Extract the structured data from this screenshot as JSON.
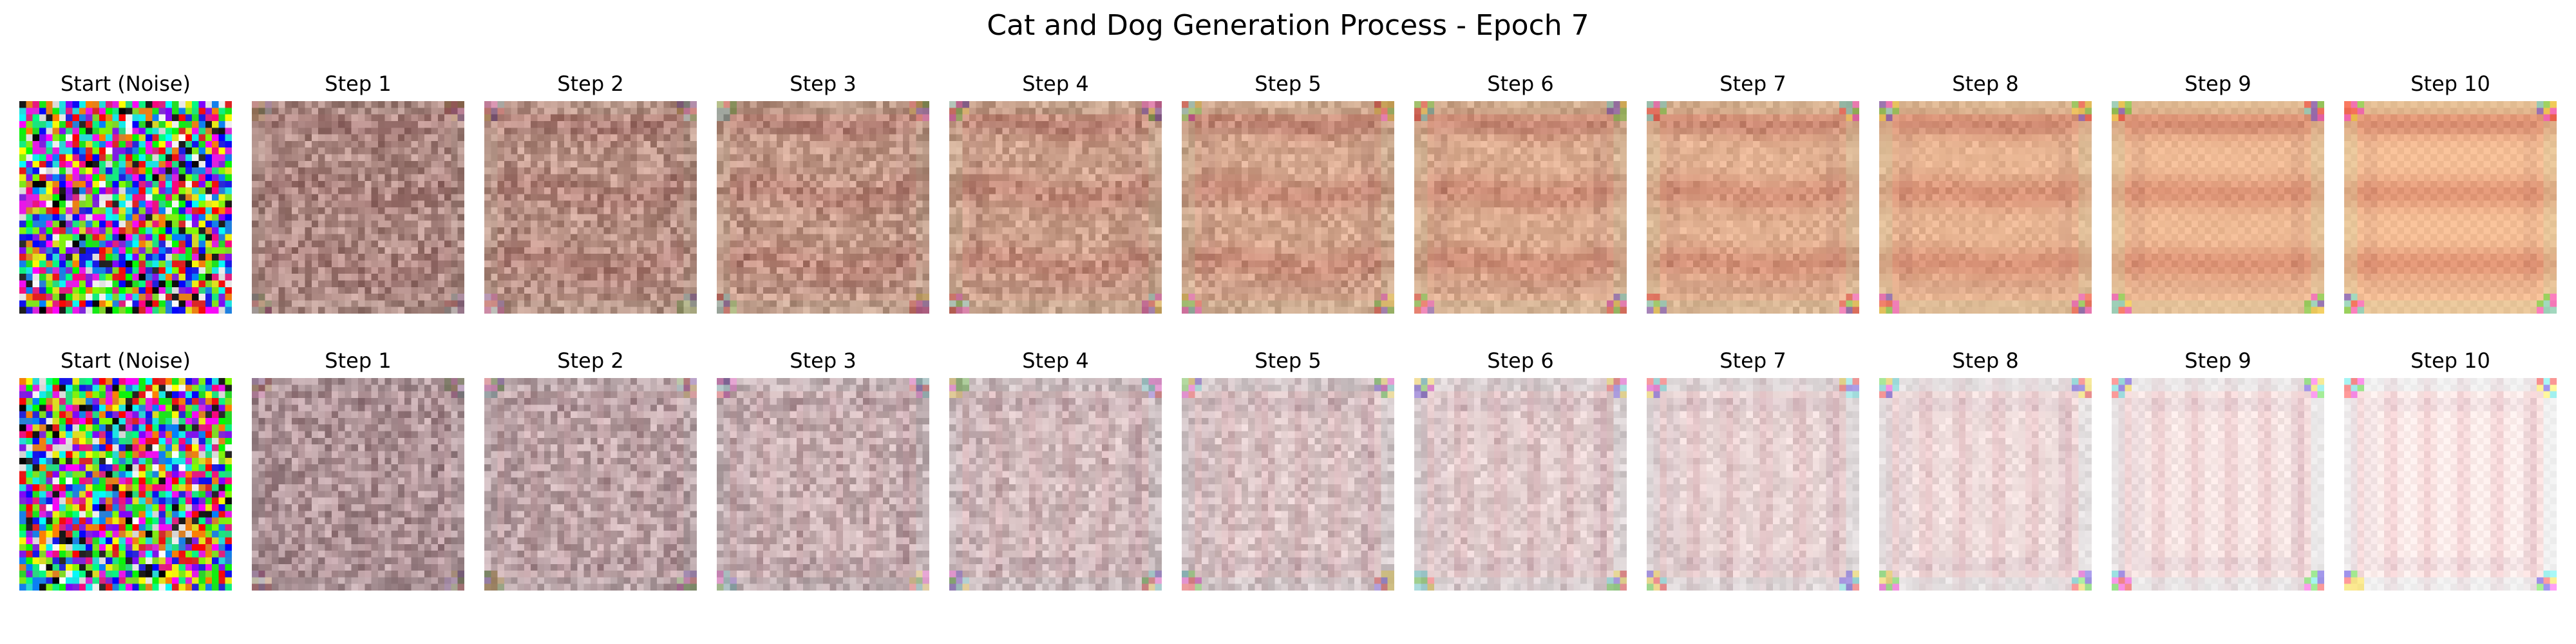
{
  "figure": {
    "title": "Cat and Dog Generation Process - Epoch 7"
  },
  "rows": [
    {
      "panels": [
        {
          "title": "Start (Noise)",
          "kind": "noise",
          "seed": 11,
          "denoise": 0.0
        },
        {
          "title": "Step 1",
          "kind": "cat",
          "seed": 101,
          "denoise": 0.1
        },
        {
          "title": "Step 2",
          "kind": "cat",
          "seed": 102,
          "denoise": 0.2
        },
        {
          "title": "Step 3",
          "kind": "cat",
          "seed": 103,
          "denoise": 0.3
        },
        {
          "title": "Step 4",
          "kind": "cat",
          "seed": 104,
          "denoise": 0.4
        },
        {
          "title": "Step 5",
          "kind": "cat",
          "seed": 105,
          "denoise": 0.5
        },
        {
          "title": "Step 6",
          "kind": "cat",
          "seed": 106,
          "denoise": 0.6
        },
        {
          "title": "Step 7",
          "kind": "cat",
          "seed": 107,
          "denoise": 0.7
        },
        {
          "title": "Step 8",
          "kind": "cat",
          "seed": 108,
          "denoise": 0.8
        },
        {
          "title": "Step 9",
          "kind": "cat",
          "seed": 109,
          "denoise": 0.9
        },
        {
          "title": "Step 10",
          "kind": "cat",
          "seed": 110,
          "denoise": 1.0
        }
      ]
    },
    {
      "panels": [
        {
          "title": "Start (Noise)",
          "kind": "noise",
          "seed": 22,
          "denoise": 0.0
        },
        {
          "title": "Step 1",
          "kind": "dog",
          "seed": 201,
          "denoise": 0.1
        },
        {
          "title": "Step 2",
          "kind": "dog",
          "seed": 202,
          "denoise": 0.2
        },
        {
          "title": "Step 3",
          "kind": "dog",
          "seed": 203,
          "denoise": 0.3
        },
        {
          "title": "Step 4",
          "kind": "dog",
          "seed": 204,
          "denoise": 0.4
        },
        {
          "title": "Step 5",
          "kind": "dog",
          "seed": 205,
          "denoise": 0.5
        },
        {
          "title": "Step 6",
          "kind": "dog",
          "seed": 206,
          "denoise": 0.6
        },
        {
          "title": "Step 7",
          "kind": "dog",
          "seed": 207,
          "denoise": 0.7
        },
        {
          "title": "Step 8",
          "kind": "dog",
          "seed": 208,
          "denoise": 0.8
        },
        {
          "title": "Step 9",
          "kind": "dog",
          "seed": 209,
          "denoise": 0.9
        },
        {
          "title": "Step 10",
          "kind": "dog",
          "seed": 210,
          "denoise": 1.0
        }
      ]
    }
  ]
}
